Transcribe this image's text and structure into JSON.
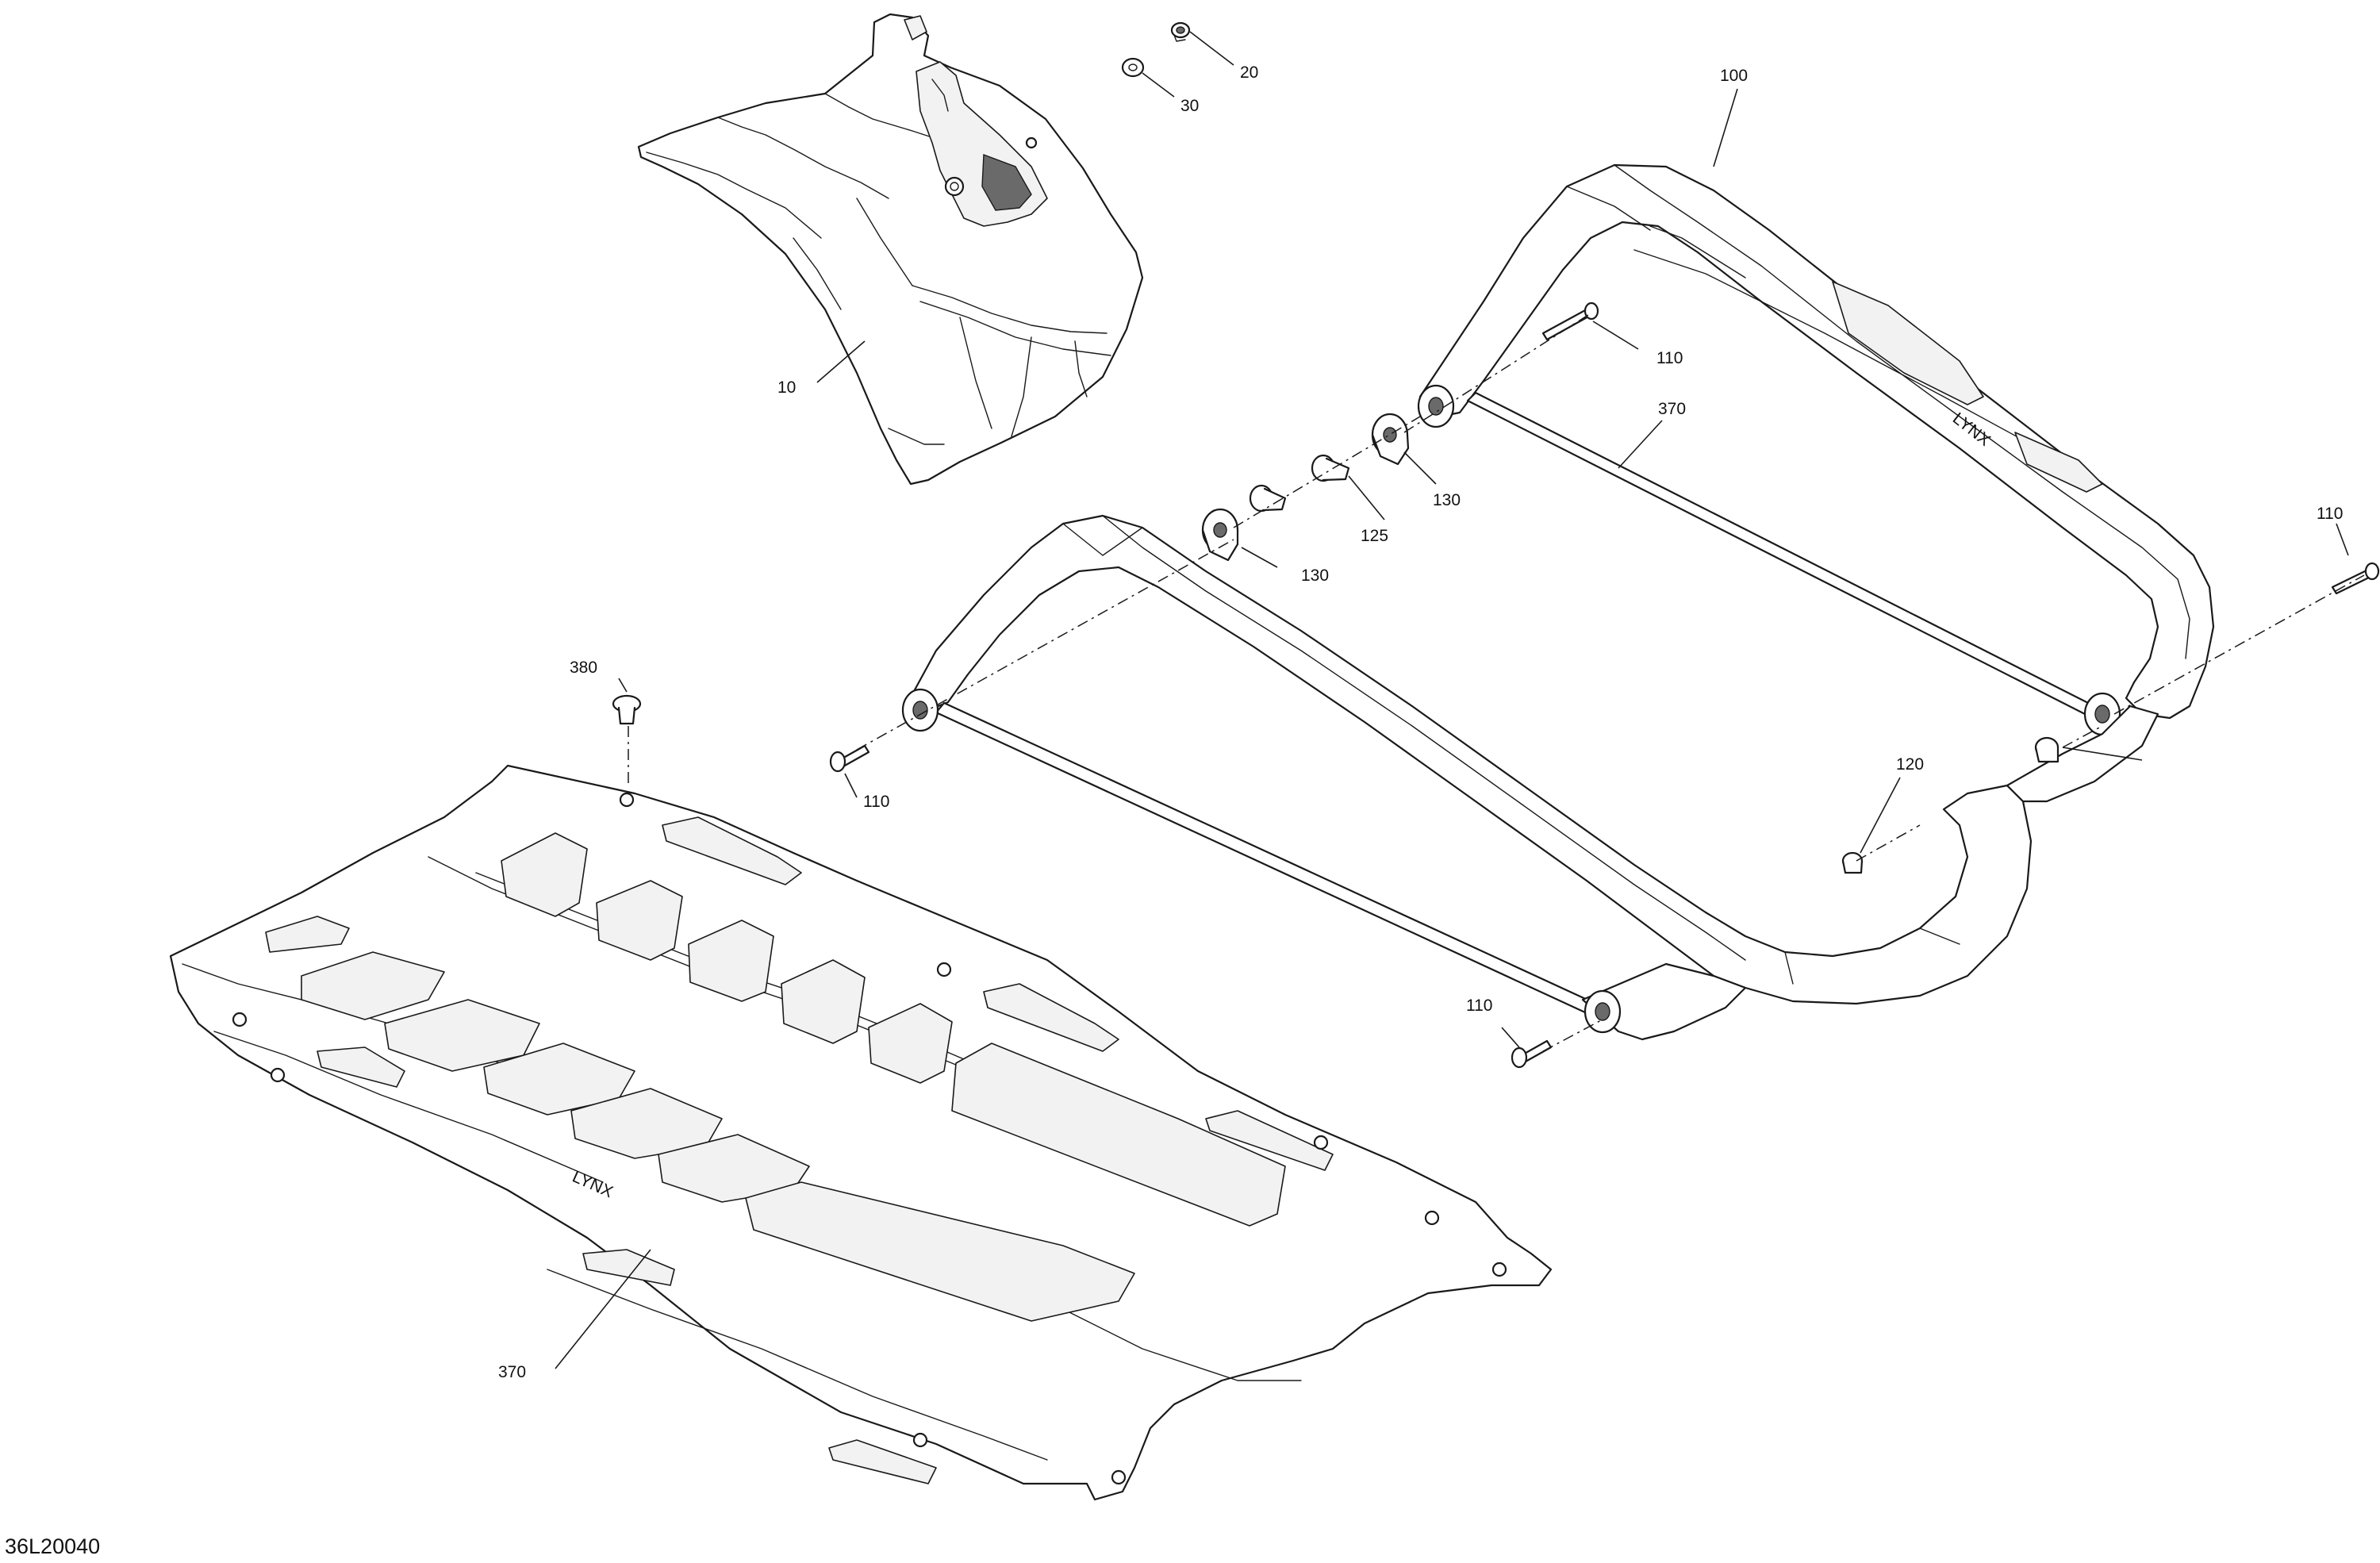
{
  "callouts": [
    {
      "text": "20"
    },
    {
      "text": "30"
    },
    {
      "text": "10"
    },
    {
      "text": "100"
    },
    {
      "text": "110"
    },
    {
      "text": "370"
    },
    {
      "text": "130"
    },
    {
      "text": "125"
    },
    {
      "text": "130"
    },
    {
      "text": "110"
    },
    {
      "text": "380"
    },
    {
      "text": "110"
    },
    {
      "text": "120"
    },
    {
      "text": "110"
    },
    {
      "text": "370"
    }
  ],
  "drawing_number": "36L20040",
  "logo_text": "LYNX"
}
